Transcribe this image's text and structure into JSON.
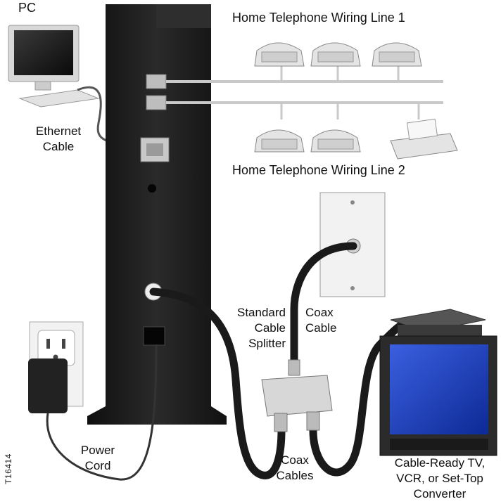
{
  "labels": {
    "pc": "PC",
    "ethernet_line1": "Ethernet",
    "ethernet_line2": "Cable",
    "phone_line_1": "Home Telephone Wiring Line 1",
    "phone_line_2": "Home Telephone Wiring Line 2",
    "splitter_line1": "Standard",
    "splitter_line2": "Cable",
    "splitter_line3": "Splitter",
    "coax_cable_line1": "Coax",
    "coax_cable_line2": "Cable",
    "power_line1": "Power",
    "power_line2": "Cord",
    "coax_cables_line1": "Coax",
    "coax_cables_line2": "Cables",
    "tv_line1": "Cable-Ready TV,",
    "tv_line2": "VCR, or Set-Top",
    "tv_line3": "Converter",
    "figure_id": "T16414"
  },
  "colors": {
    "modem_body": "#1c1c1c",
    "cable": "#1a1a1a",
    "phone_wire": "#c9c9c9",
    "tv_screen": "#1f3fb0",
    "wall_plate": "#f2f2f2"
  }
}
